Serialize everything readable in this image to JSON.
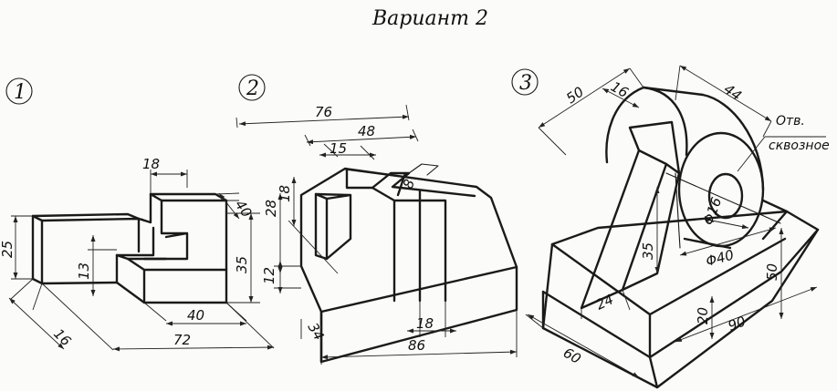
{
  "title": "Вариант 2",
  "views": [
    {
      "number": "1",
      "dimensions": [
        "18",
        "40",
        "25",
        "13",
        "35",
        "40",
        "72",
        "16"
      ]
    },
    {
      "number": "2",
      "dimensions": [
        "76",
        "48",
        "15",
        "8",
        "28",
        "18",
        "12",
        "34",
        "18",
        "86"
      ]
    },
    {
      "number": "3",
      "dimensions": [
        "50",
        "16",
        "44",
        "Φ16",
        "Φ40",
        "35",
        "24",
        "50",
        "20",
        "90",
        "60"
      ],
      "note_line1": "Отв.",
      "note_line2": "сквозное"
    }
  ]
}
